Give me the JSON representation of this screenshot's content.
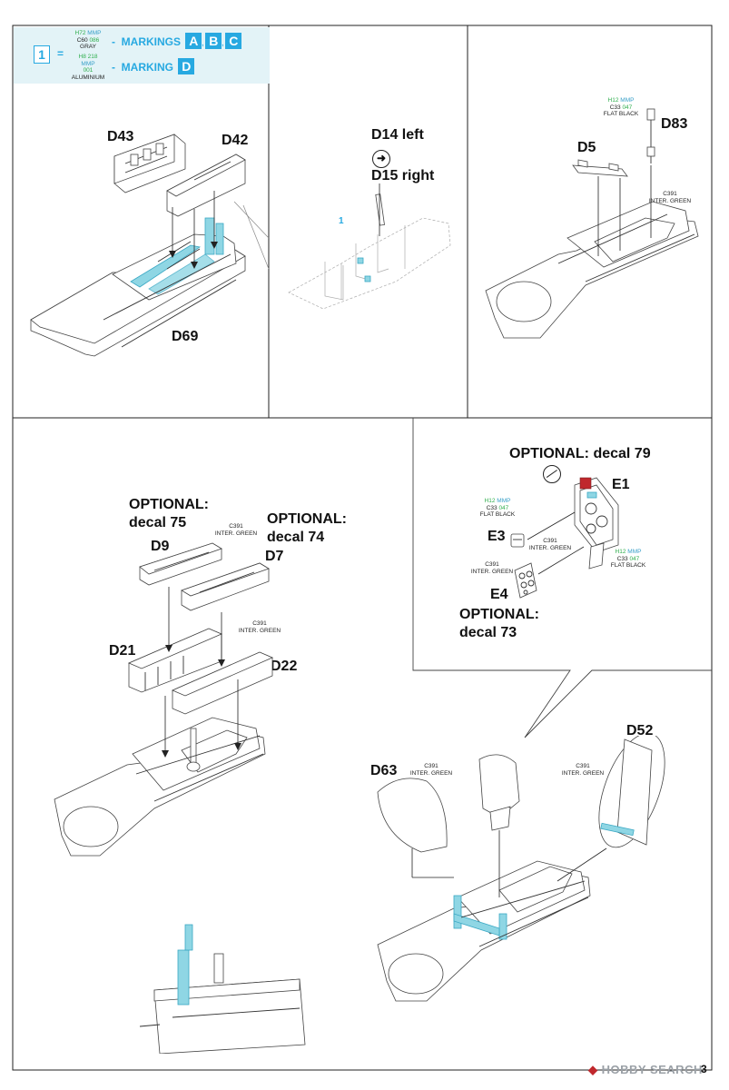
{
  "legend": {
    "step_number": "1",
    "equals": "=",
    "row1": {
      "h_code": "H72",
      "mrp": "MMP",
      "c_code": "C60",
      "num": "086",
      "name": "GRAY",
      "dash": "-",
      "text": "MARKINGS",
      "badges": [
        "A",
        "B",
        "C"
      ]
    },
    "row2": {
      "h_code": "H8",
      "num1": "218",
      "mrp": "MMP",
      "num2": "001",
      "name": "ALUMINIUM",
      "dash": "-",
      "text": "MARKING",
      "badges": [
        "D"
      ]
    }
  },
  "panel_top_middle": {
    "step_ref": "1",
    "d14": "D14 left",
    "d15": "D15 right"
  },
  "panel_top_left": {
    "d43": "D43",
    "d42": "D42",
    "d69": "D69"
  },
  "panel_top_right": {
    "paint": {
      "h": "H12",
      "mrp": "MMP",
      "c": "C33",
      "num": "047",
      "name": "FLAT BLACK"
    },
    "d83": "D83",
    "d5": "D5",
    "paint2": {
      "c": "C391",
      "name": "INTER. GREEN"
    }
  },
  "panel_mid_right": {
    "optional79": "OPTIONAL: decal 79",
    "e1": "E1",
    "e3": "E3",
    "e4": "E4",
    "paint_black1": {
      "h": "H12",
      "mrp": "MMP",
      "c": "C33",
      "num": "047",
      "name": "FLAT BLACK"
    },
    "paint_green1": {
      "c": "C391",
      "name": "INTER. GREEN"
    },
    "paint_green2": {
      "c": "C391",
      "name": "INTER. GREEN"
    },
    "paint_black2": {
      "h": "H12",
      "mrp": "MMP",
      "c": "C33",
      "num": "047",
      "name": "FLAT BLACK"
    },
    "optional73_line1": "OPTIONAL:",
    "optional73_line2": "decal 73"
  },
  "panel_bottom_left": {
    "optional75_line1": "OPTIONAL:",
    "optional75_line2": "decal 75",
    "optional74_line1": "OPTIONAL:",
    "optional74_line2": "decal 74",
    "d9": "D9",
    "d7": "D7",
    "d21": "D21",
    "d22": "D22",
    "paint1": {
      "c": "C391",
      "name": "INTER. GREEN"
    },
    "paint2": {
      "c": "C391",
      "name": "INTER. GREEN"
    }
  },
  "panel_bottom_right": {
    "d63": "D63",
    "d52": "D52",
    "paint1": {
      "c": "C391",
      "name": "INTER. GREEN"
    },
    "paint2": {
      "c": "C391",
      "name": "INTER. GREEN"
    }
  },
  "footer": {
    "watermark": "HOBBY SEARCH",
    "page_number": "3"
  },
  "colors": {
    "cyan_accent": "#27a9e1",
    "part_highlight": "#8fd6e4",
    "paint_green": "#2fae4d",
    "decal_red": "#c0282d"
  }
}
